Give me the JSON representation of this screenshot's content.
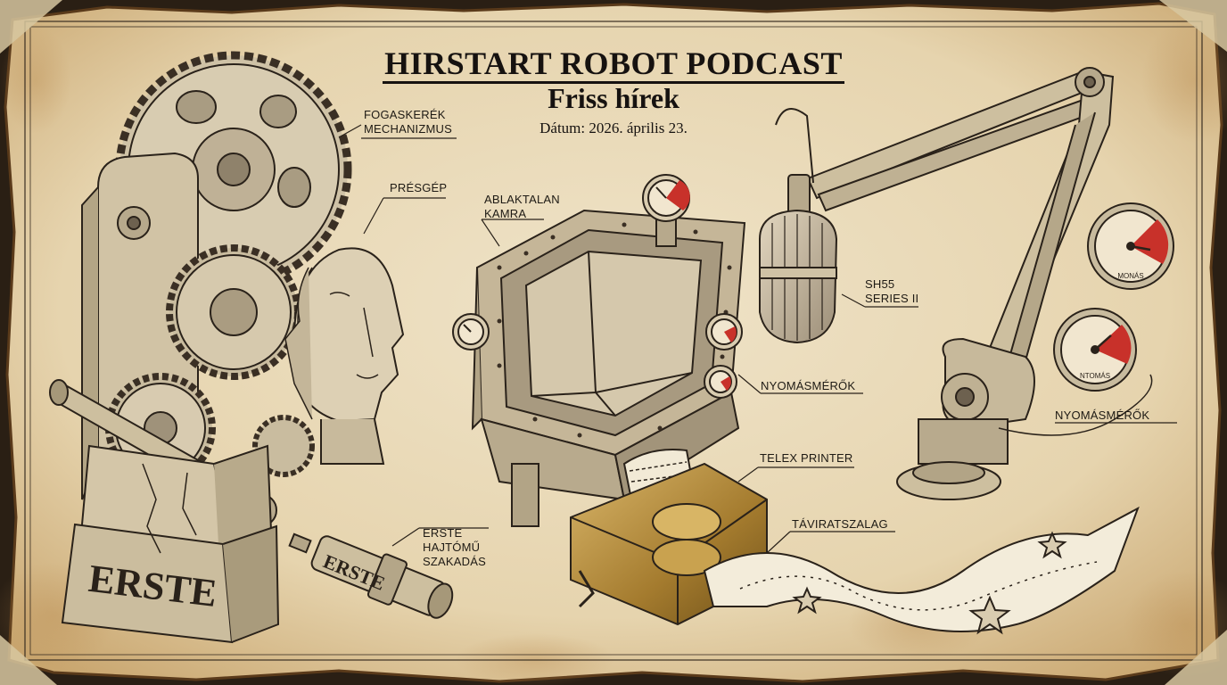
{
  "header": {
    "title": "HIRSTART ROBOT PODCAST",
    "subtitle": "Friss hírek",
    "date_line": "Dátum: 2026. április 23."
  },
  "labels": {
    "gear_mechanism": [
      "FOGASKERÉK",
      "MECHANIZMUS"
    ],
    "press": "PRÉSGÉP",
    "windowless_chamber": [
      "ABLAKTALAN",
      "KAMRA"
    ],
    "microphone_model": [
      "SH55",
      "SERIES II"
    ],
    "pressure_gauges_center": "NYOMÁSMÉRŐK",
    "pressure_gauges_right": "NYOMÁSMÉRŐK",
    "telex_printer": "TELEX PRINTER",
    "telegraph_tape": "TÁVIRATSZALAG",
    "erste_drive_break": [
      "ERSTE",
      "HAJTÓMŰ",
      "SZAKADÁS"
    ]
  },
  "engravings": {
    "base_text": "ERSTE",
    "shaft_text": "ERSTE",
    "gauge_upper_text": "MONÁS",
    "gauge_lower_text": "NTOMÁS"
  },
  "colors": {
    "paper": "#eadcbd",
    "ink": "#1e1a14",
    "burn": "#6b4420",
    "brass": "#b8913f",
    "gauge_red": "#c8312a"
  }
}
